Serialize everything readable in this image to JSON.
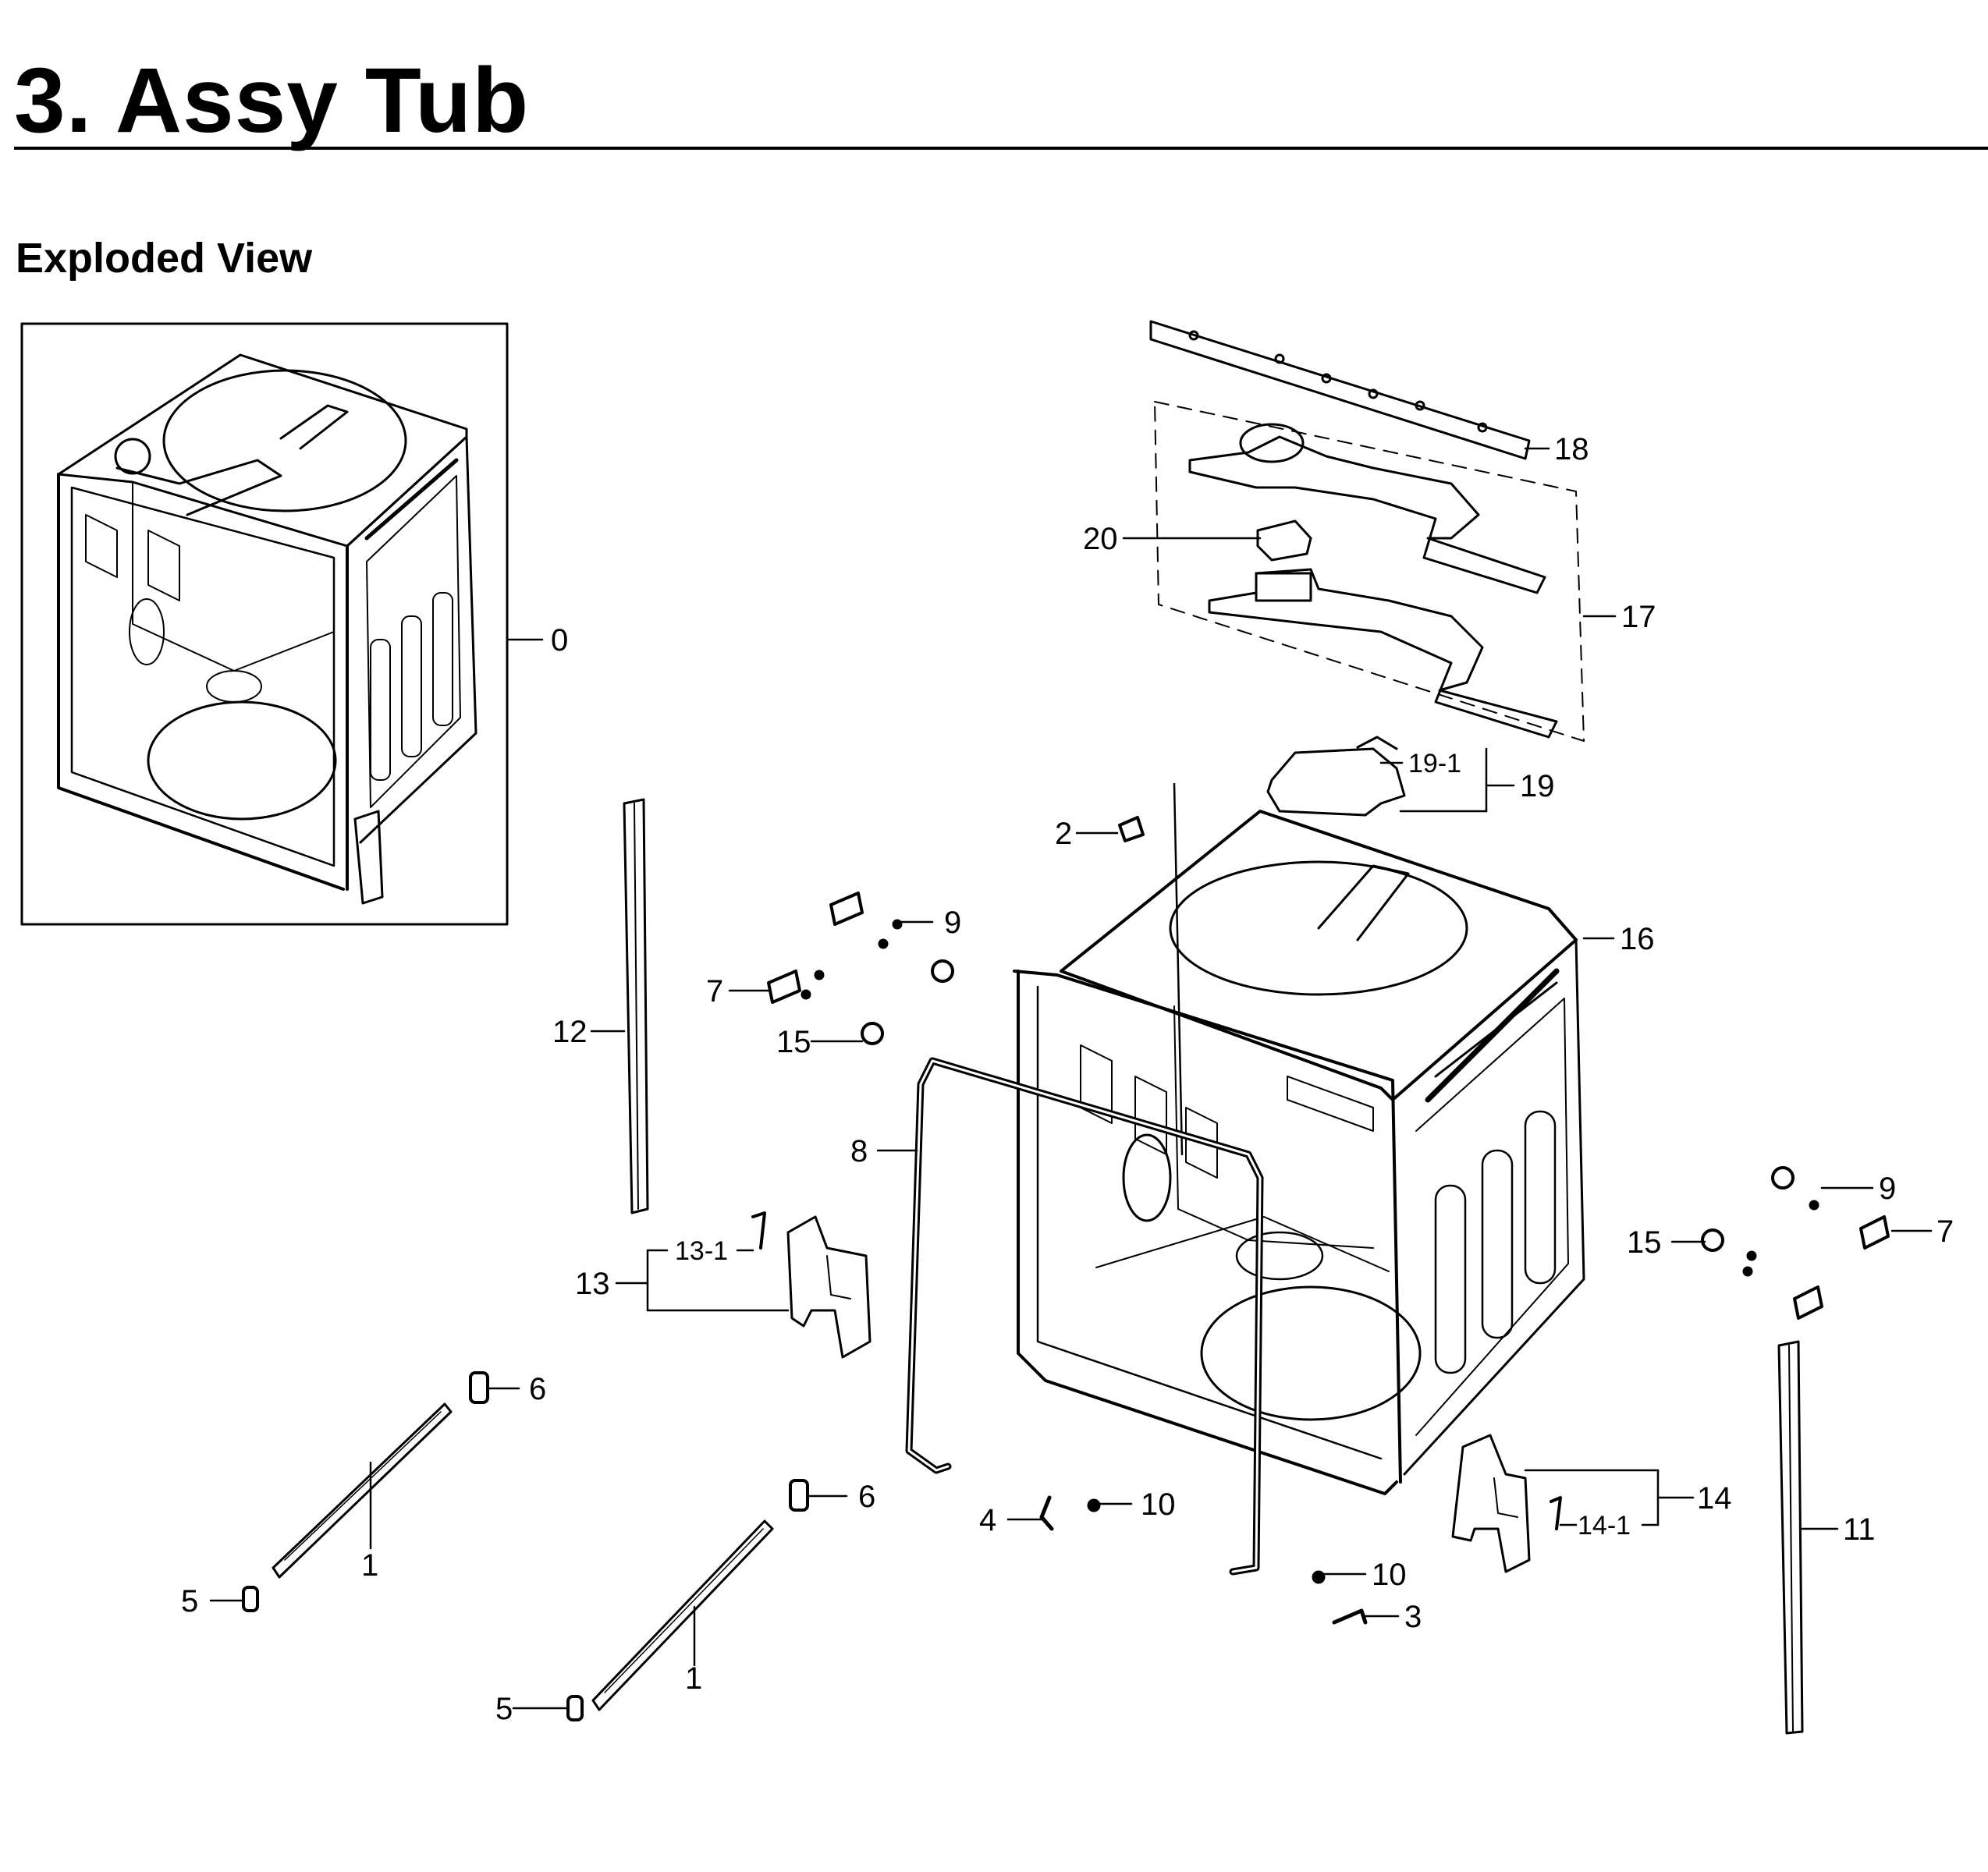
{
  "title": "3.  Assy Tub",
  "section": "Exploded View",
  "callouts": [
    {
      "id": "0",
      "label": "0"
    },
    {
      "id": "18",
      "label": "18"
    },
    {
      "id": "20",
      "label": "20"
    },
    {
      "id": "17",
      "label": "17"
    },
    {
      "id": "19-1",
      "label": "19-1"
    },
    {
      "id": "19",
      "label": "19"
    },
    {
      "id": "2",
      "label": "2"
    },
    {
      "id": "16",
      "label": "16"
    },
    {
      "id": "9a",
      "label": "9"
    },
    {
      "id": "7a",
      "label": "7"
    },
    {
      "id": "15a",
      "label": "15"
    },
    {
      "id": "12",
      "label": "12"
    },
    {
      "id": "8",
      "label": "8"
    },
    {
      "id": "13-1",
      "label": "13-1"
    },
    {
      "id": "13",
      "label": "13"
    },
    {
      "id": "6a",
      "label": "6"
    },
    {
      "id": "6b",
      "label": "6"
    },
    {
      "id": "1a",
      "label": "1"
    },
    {
      "id": "1b",
      "label": "1"
    },
    {
      "id": "5a",
      "label": "5"
    },
    {
      "id": "5b",
      "label": "5"
    },
    {
      "id": "4",
      "label": "4"
    },
    {
      "id": "10a",
      "label": "10"
    },
    {
      "id": "10b",
      "label": "10"
    },
    {
      "id": "3",
      "label": "3"
    },
    {
      "id": "14",
      "label": "14"
    },
    {
      "id": "14-1",
      "label": "14-1"
    },
    {
      "id": "11",
      "label": "11"
    },
    {
      "id": "9b",
      "label": "9"
    },
    {
      "id": "15b",
      "label": "15"
    },
    {
      "id": "7b",
      "label": "7"
    }
  ]
}
